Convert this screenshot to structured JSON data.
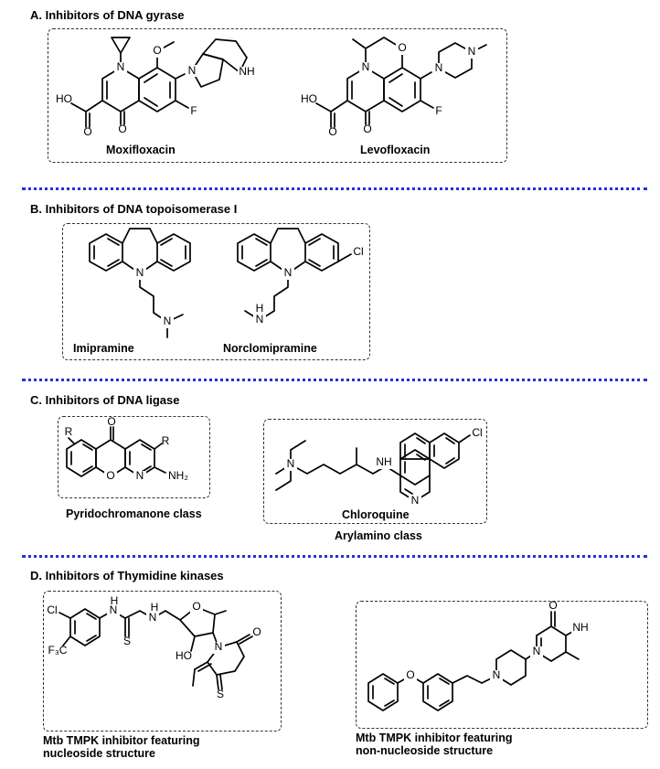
{
  "sections": {
    "a": {
      "heading": "A. Inhibitors of DNA gyrase",
      "compounds": [
        "Moxifloxacin",
        "Levofloxacin"
      ]
    },
    "b": {
      "heading": "B. Inhibitors of DNA topoisomerase I",
      "compounds": [
        "Imipramine",
        "Norclomipramine"
      ]
    },
    "c": {
      "heading": "C. Inhibitors of DNA ligase",
      "compounds": [
        "Pyridochromanone class",
        "Chloroquine",
        "Arylamino class"
      ]
    },
    "d": {
      "heading": "D. Inhibitors of Thymidine kinases",
      "compounds": [
        "Mtb TMPK inhibitor featuring",
        "nucleoside structure",
        "Mtb TMPK inhibitor featuring",
        "non-nucleoside structure"
      ]
    }
  },
  "atoms": {
    "N": "N",
    "NH": "NH",
    "H": "H",
    "O": "O",
    "F": "F",
    "Cl": "Cl",
    "S": "S",
    "HO": "HO",
    "R": "R",
    "NH2": "NH₂",
    "F3C": "F₃C"
  },
  "separator_color": "#1f33d8"
}
